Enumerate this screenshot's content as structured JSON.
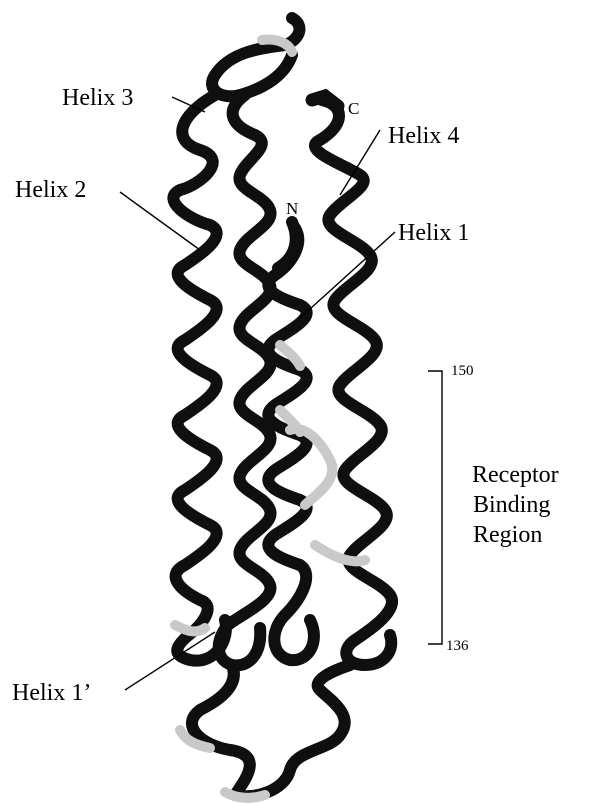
{
  "labels": {
    "helix1": "Helix 1",
    "helix2": "Helix 2",
    "helix3": "Helix 3",
    "helix4": "Helix 4",
    "helix1prime": "Helix 1’",
    "n_terminus": "N",
    "c_terminus": "C",
    "region_top": "150",
    "region_bottom": "136",
    "region_label": [
      "Receptor",
      "Binding",
      "Region"
    ]
  },
  "colors": {
    "helix": "#0f0f0f",
    "loop": "#c9c9c9",
    "background": "#ffffff"
  }
}
